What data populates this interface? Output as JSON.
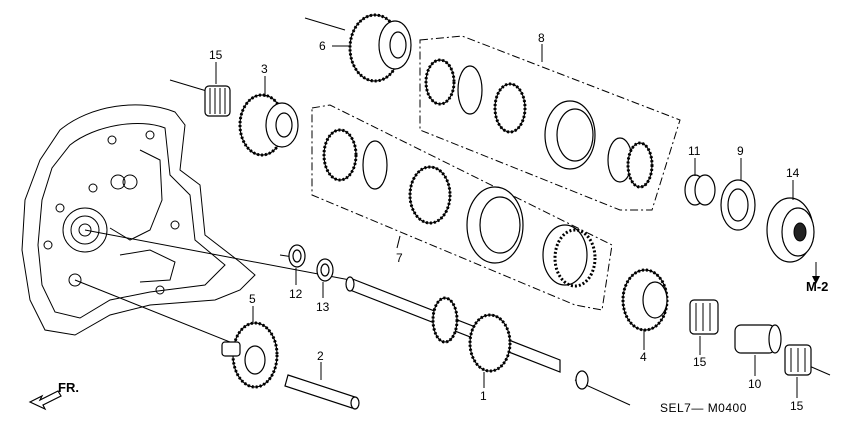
{
  "callouts": [
    {
      "id": "c1",
      "text": "1"
    },
    {
      "id": "c2",
      "text": "2"
    },
    {
      "id": "c3",
      "text": "3"
    },
    {
      "id": "c4",
      "text": "4"
    },
    {
      "id": "c5",
      "text": "5"
    },
    {
      "id": "c6",
      "text": "6"
    },
    {
      "id": "c7",
      "text": "7"
    },
    {
      "id": "c8",
      "text": "8"
    },
    {
      "id": "c9",
      "text": "9"
    },
    {
      "id": "c10",
      "text": "10"
    },
    {
      "id": "c11",
      "text": "11"
    },
    {
      "id": "c12",
      "text": "12"
    },
    {
      "id": "c13",
      "text": "13"
    },
    {
      "id": "c14",
      "text": "14"
    },
    {
      "id": "c15a",
      "text": "15"
    },
    {
      "id": "c15b",
      "text": "15"
    },
    {
      "id": "c15c",
      "text": "15"
    }
  ],
  "ref_label": "M-2",
  "front_label": "FR.",
  "diagram_code": "SEL7— M0400"
}
